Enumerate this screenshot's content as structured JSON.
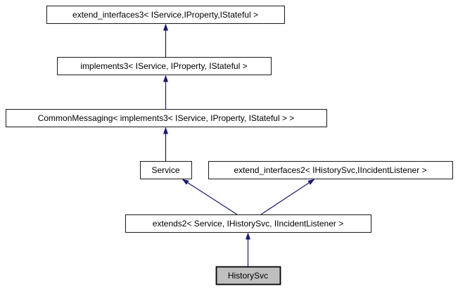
{
  "diagram": {
    "type": "class-inheritance-graph",
    "colors": {
      "background": "#ffffff",
      "arrow": "#191970",
      "node_fill": "#ffffff",
      "highlight_fill": "#bfbfbf",
      "node_border": "#1a1a1a",
      "text": "#000000"
    },
    "nodes": [
      {
        "id": "extend_interfaces3",
        "label": "extend_interfaces3< IService,IProperty,IStateful >",
        "highlighted": false
      },
      {
        "id": "implements3",
        "label": "implements3< IService, IProperty, IStateful >",
        "highlighted": false
      },
      {
        "id": "CommonMessaging",
        "label": "CommonMessaging< implements3< IService, IProperty, IStateful > >",
        "highlighted": false
      },
      {
        "id": "Service",
        "label": "Service",
        "highlighted": false
      },
      {
        "id": "extend_interfaces2",
        "label": "extend_interfaces2< IHistorySvc,IIncidentListener >",
        "highlighted": false
      },
      {
        "id": "extends2",
        "label": "extends2< Service, IHistorySvc, IIncidentListener >",
        "highlighted": false
      },
      {
        "id": "HistorySvc",
        "label": "HistorySvc",
        "highlighted": true
      }
    ],
    "edges": [
      {
        "from": "implements3",
        "to": "extend_interfaces3",
        "relation": "inherits"
      },
      {
        "from": "CommonMessaging",
        "to": "implements3",
        "relation": "inherits"
      },
      {
        "from": "Service",
        "to": "CommonMessaging",
        "relation": "inherits"
      },
      {
        "from": "extends2",
        "to": "Service",
        "relation": "inherits"
      },
      {
        "from": "extends2",
        "to": "extend_interfaces2",
        "relation": "inherits"
      },
      {
        "from": "HistorySvc",
        "to": "extends2",
        "relation": "inherits"
      }
    ]
  }
}
